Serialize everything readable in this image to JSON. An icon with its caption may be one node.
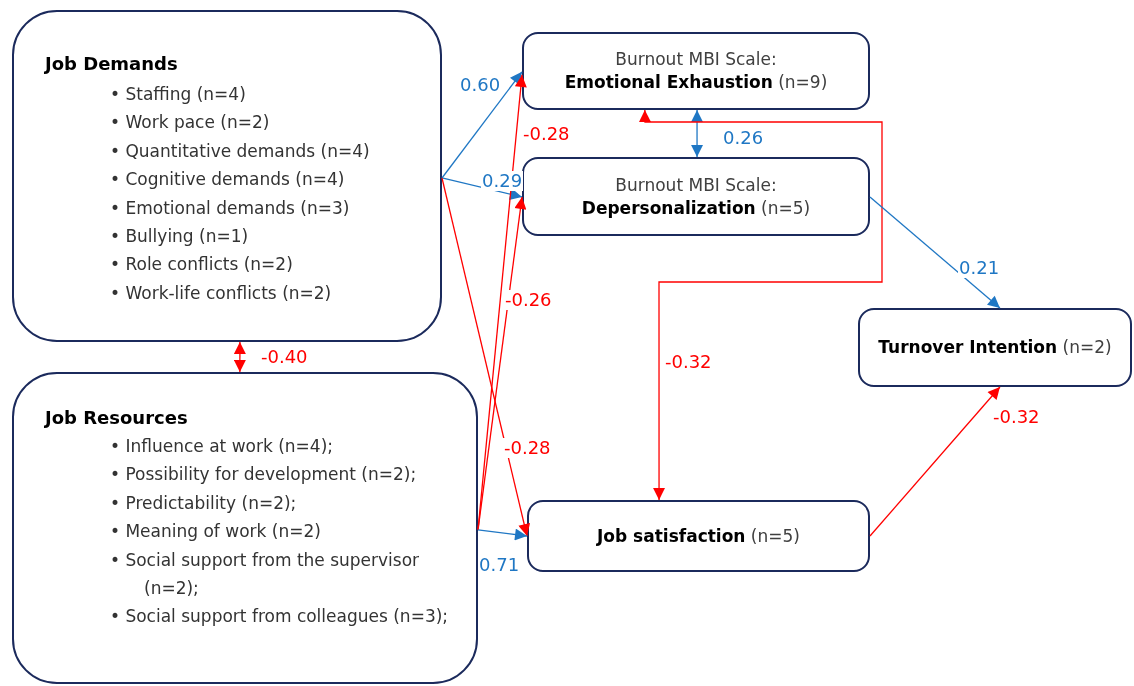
{
  "diagram": {
    "nodes": [
      {
        "text": [
          "Job Demands",
          "• Staffing (n=4)",
          "• Work pace (n=2)",
          "• Quantitative demands (n=4)",
          "• Cognitive demands (n=4)",
          "• Emotional demands (n=3)",
          "• Bullying (n=1)",
          "• Role conflicts (n=2)",
          "• Work-life conflicts (n=2)"
        ]
      },
      {
        "text": [
          "Job Resources",
          "• Influence at work (n=4);",
          "• Possibility for development (n=2);",
          "• Predictability (n=2);",
          "• Meaning of work (n=2)",
          "• Social support from the supervisor (n=2);",
          "• Social support from colleagues (n=3);"
        ]
      },
      {
        "text": [
          "Burnout MBI Scale:",
          "**Emotional Exhaustion** (n=9)"
        ]
      },
      {
        "text": [
          "Burnout MBI Scale:",
          "**Depersonalization** (n=5)"
        ]
      },
      {
        "text": [
          "**Turnover Intention** (n=2)"
        ]
      },
      {
        "text": [
          "**Job satisfaction** (n=5)"
        ]
      }
    ],
    "edges": [
      {
        "from": 0,
        "to": 2,
        "arrow": "to",
        "label": "0.60",
        "color": "#1f77c4"
      },
      {
        "from": 0,
        "to": 3,
        "arrow": "to",
        "label": "0.29",
        "color": "#1f77c4"
      },
      {
        "from": 0,
        "to": 5,
        "arrow": "to",
        "label": "-0.28",
        "color": "#ff0000"
      },
      {
        "from": 1,
        "to": 2,
        "arrow": "to",
        "label": "-0.28",
        "color": "#ff0000"
      },
      {
        "from": 1,
        "to": 3,
        "arrow": "to",
        "label": "-0.26",
        "color": "#ff0000"
      },
      {
        "from": 1,
        "to": 5,
        "arrow": "to",
        "label": "0.71",
        "color": "#1f77c4"
      },
      {
        "from": 0,
        "to": 1,
        "arrow": "both",
        "label": "-0.40",
        "color": "#ff0000"
      },
      {
        "from": 2,
        "to": 3,
        "arrow": "both",
        "label": "0.26",
        "color": "#1f77c4"
      },
      {
        "from": 2,
        "to": 5,
        "arrow": "both",
        "label": "-0.32",
        "color": "#ff0000"
      },
      {
        "from": 3,
        "to": 4,
        "arrow": "to",
        "label": "0.21",
        "color": "#1f77c4"
      },
      {
        "from": 5,
        "to": 4,
        "arrow": "to",
        "label": "-0.32",
        "color": "#ff0000"
      }
    ]
  }
}
